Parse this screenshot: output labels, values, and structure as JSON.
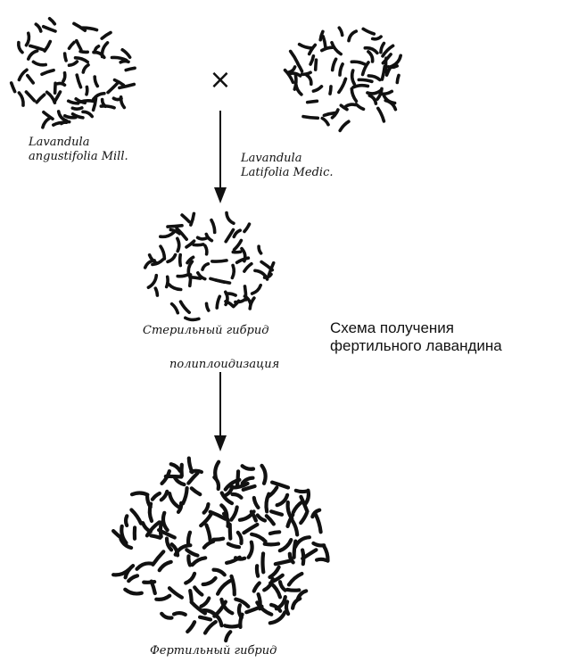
{
  "parent_a": {
    "line1": "Lavandula",
    "line2": "angustifolia Mill."
  },
  "parent_b": {
    "line1": "Lavandula",
    "line2": "Latifolia Medic."
  },
  "cross_symbol": "×",
  "sterile_hybrid_label": "Стерильный гибрид",
  "process_label": "полиплоидизация",
  "fertile_hybrid_label": "Фертильный гибрид",
  "caption": {
    "line1": "Схема получения",
    "line2": "фертильного лавандина"
  },
  "colors": {
    "ink": "#111111",
    "background": "#ffffff"
  }
}
